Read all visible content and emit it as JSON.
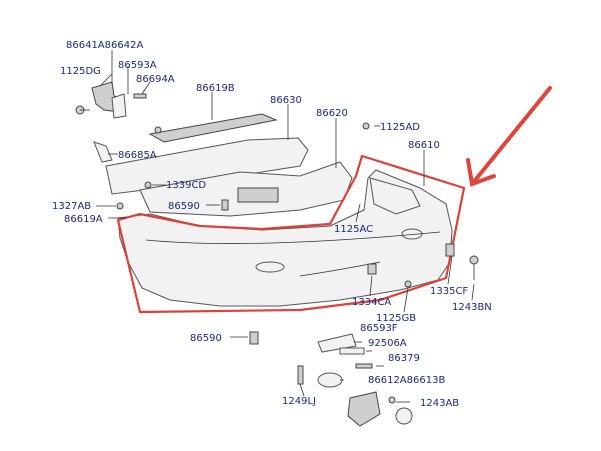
{
  "labels": {
    "l86641a86642a": "86641A86642A",
    "l1125dg": "1125DG",
    "l86593a_top": "86593A",
    "l86694a": "86694A",
    "l86619b": "86619B",
    "l86630": "86630",
    "l86620": "86620",
    "l1125ad": "1125AD",
    "l86610": "86610",
    "l86685a": "86685A",
    "l1339cd": "1339CD",
    "l1327ab": "1327AB",
    "l86590_top": "86590",
    "l86619a": "86619A",
    "l1125ac": "1125AC",
    "l1335cf": "1335CF",
    "l1243bn": "1243BN",
    "l1334ca": "1334CA",
    "l1125gb": "1125GB",
    "l86593f": "86593F",
    "l86590_bot": "86590",
    "l92506a": "92506A",
    "l86379": "86379",
    "l86612a86613b": "86612A86613B",
    "l1249lj": "1249LJ",
    "l1243ab": "1243AB"
  },
  "colors": {
    "label": "#1a2a7a",
    "highlight": "#d9433a",
    "arrow": "#e0443a"
  }
}
